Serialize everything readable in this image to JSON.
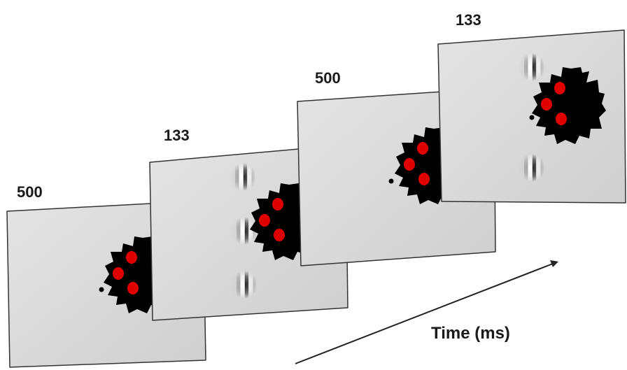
{
  "frames": [
    {
      "duration_label": "500",
      "gratings": false,
      "fixation_offset": 0
    },
    {
      "duration_label": "133",
      "gratings": true,
      "fixation_offset": 0
    },
    {
      "duration_label": "500",
      "gratings": false,
      "fixation_offset": 0
    },
    {
      "duration_label": "133",
      "gratings": true,
      "fixation_offset": 0
    }
  ],
  "time_axis": {
    "label": "Time (ms)"
  },
  "colors": {
    "panel_fill": "#d9d9d9",
    "panel_stroke": "#333333",
    "blob": "#000000",
    "dots": "#e00000",
    "arrow": "#222222"
  }
}
